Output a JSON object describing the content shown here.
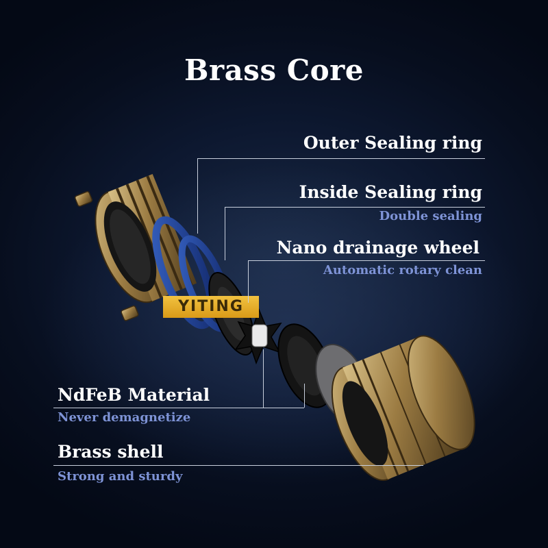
{
  "title": "Brass Core",
  "brand": "YITING",
  "callouts": {
    "outer_ring": {
      "label": "Outer Sealing ring"
    },
    "inside_ring": {
      "label": "Inside Sealing ring",
      "sub": "Double sealing"
    },
    "nano_wheel": {
      "label": "Nano drainage wheel",
      "sub": "Automatic rotary clean"
    },
    "ndfeb": {
      "label": "NdFeB Material",
      "sub": "Never demagnetize"
    },
    "brass_shell": {
      "label": "Brass shell",
      "sub": "Strong and sturdy"
    }
  },
  "colors": {
    "background": "#0a1428",
    "label": "#ffffff",
    "sublabel": "#7e93d6",
    "brass": "#a8874e",
    "seal_blue": "#1e3d8f"
  }
}
